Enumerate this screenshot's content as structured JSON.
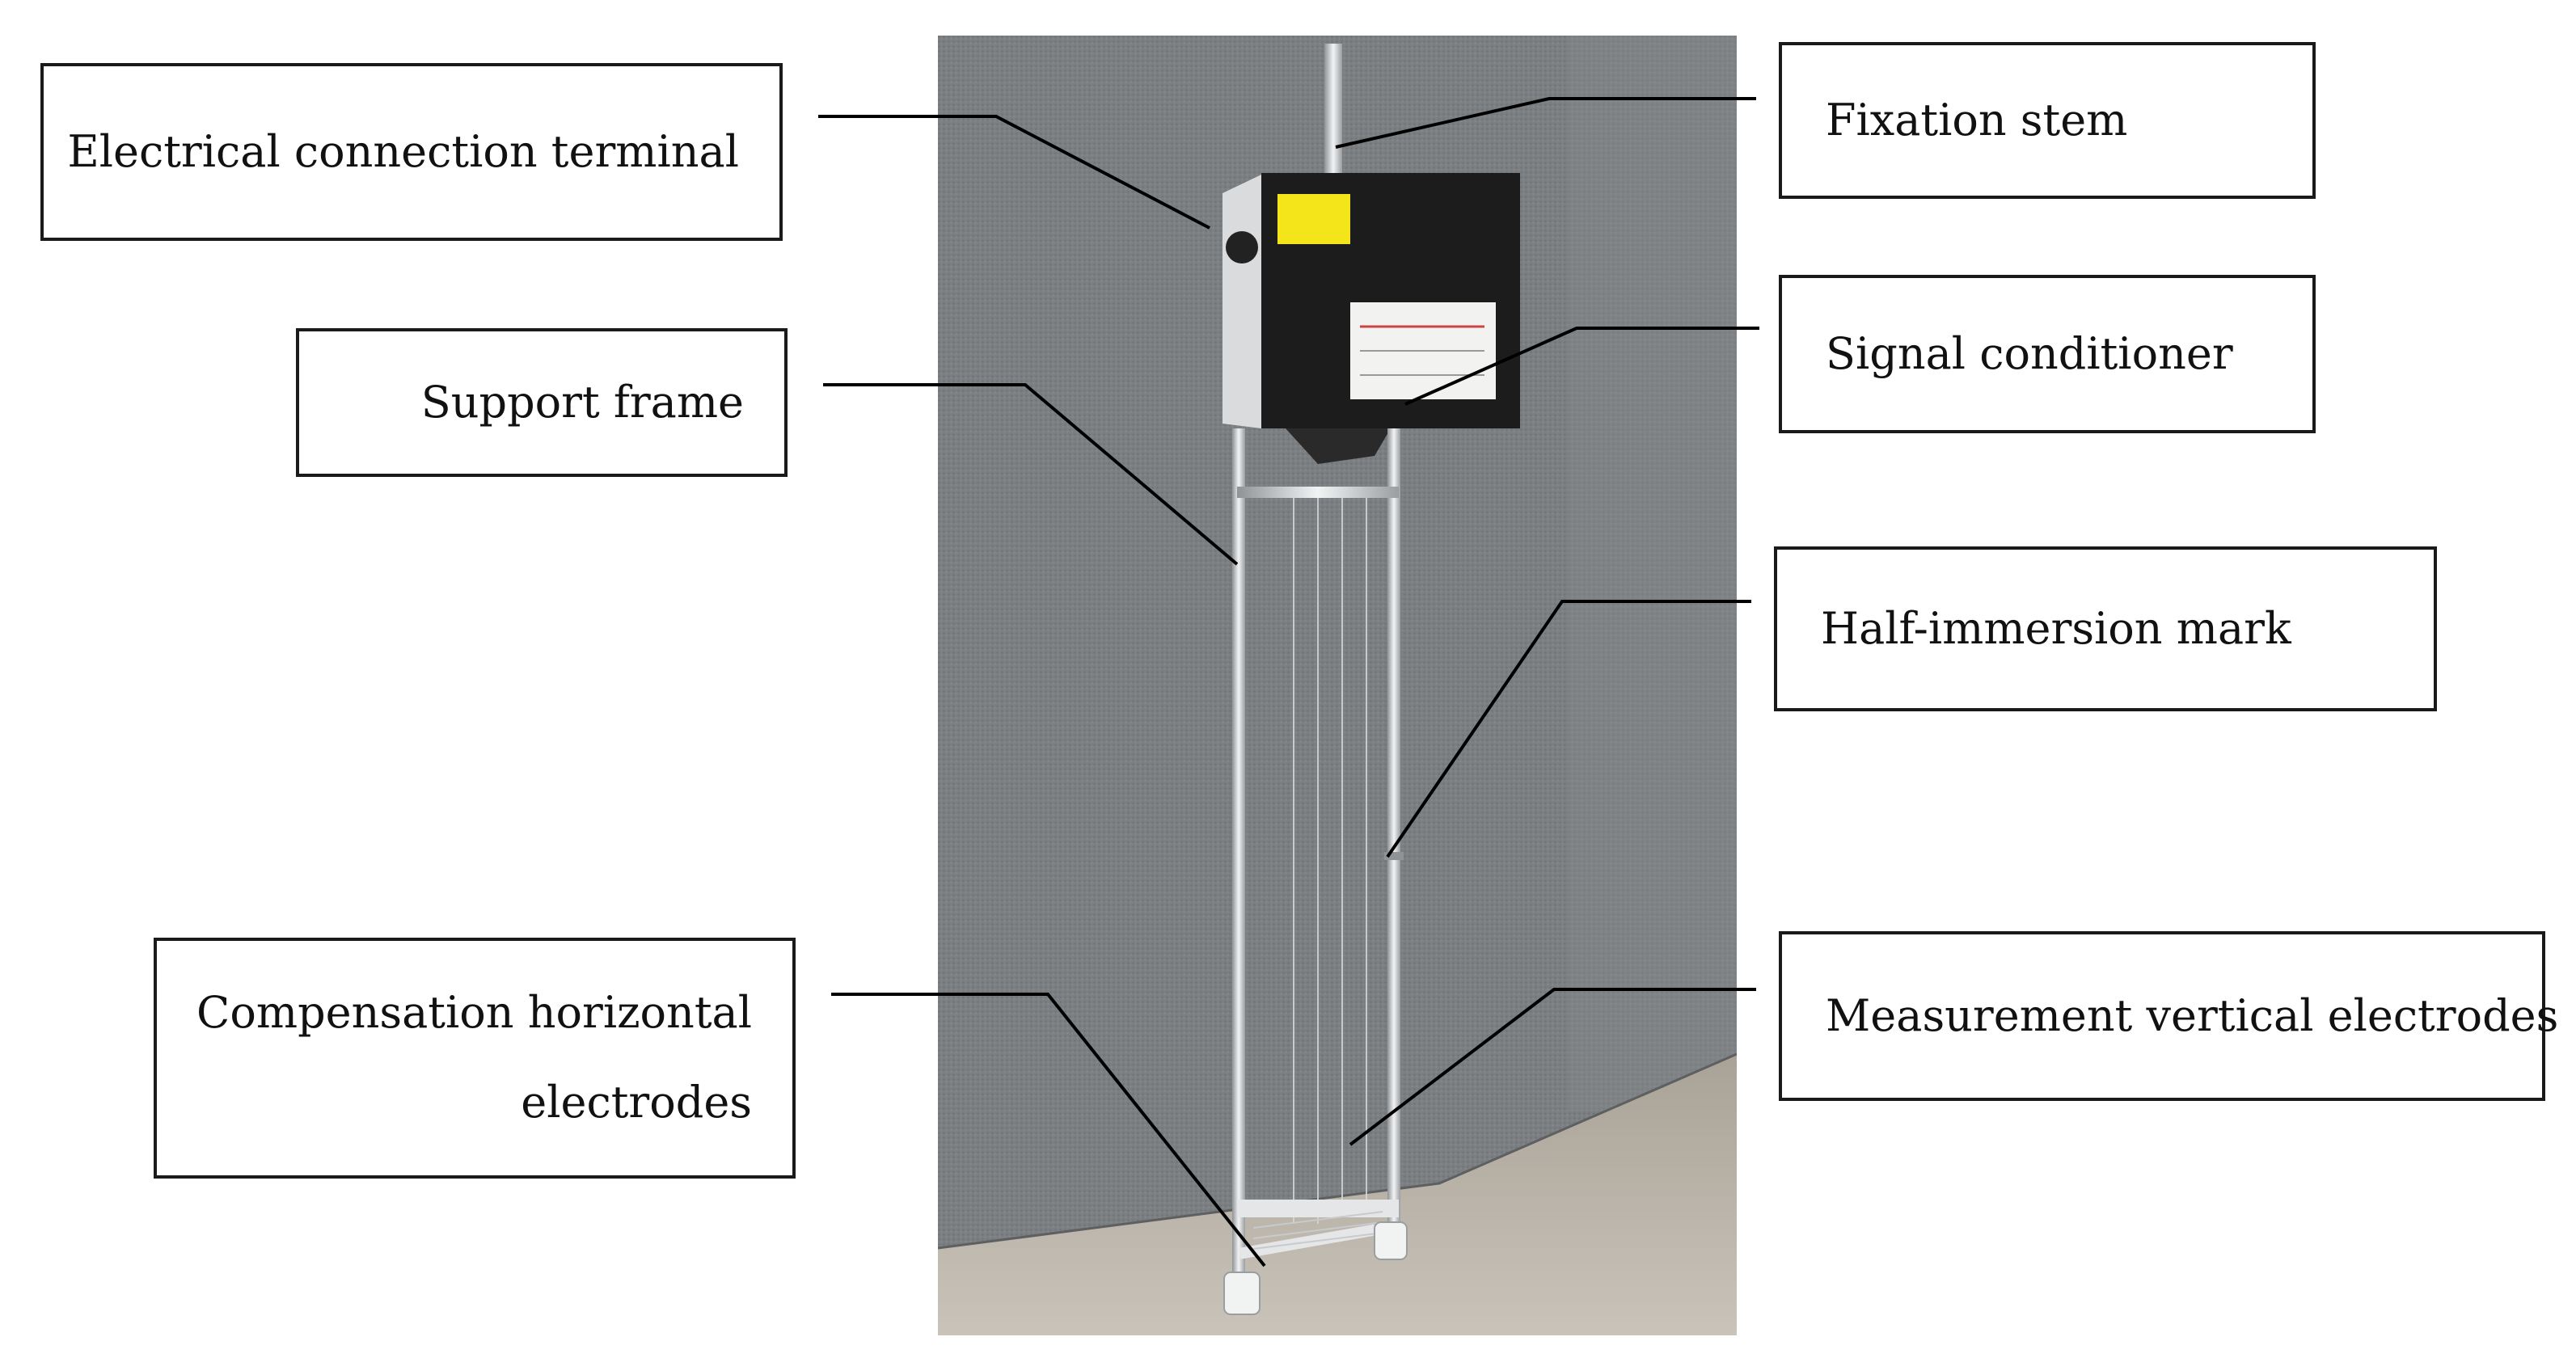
{
  "labels": {
    "electrical_connection_terminal": "Electrical connection terminal",
    "support_frame": "Support frame",
    "compensation_line1": "Compensation horizontal",
    "compensation_line2": "electrodes",
    "fixation_stem": "Fixation stem",
    "signal_conditioner": "Signal conditioner",
    "half_immersion_mark": "Half-immersion mark",
    "measurement_vertical_electrodes": "Measurement vertical electrodes"
  },
  "colors": {
    "wall": "#7b7f82",
    "floor": "#b9b3a8",
    "box": "#1c1c1c",
    "frame": "#cfd2d4",
    "sticker": "#f3e51a"
  }
}
